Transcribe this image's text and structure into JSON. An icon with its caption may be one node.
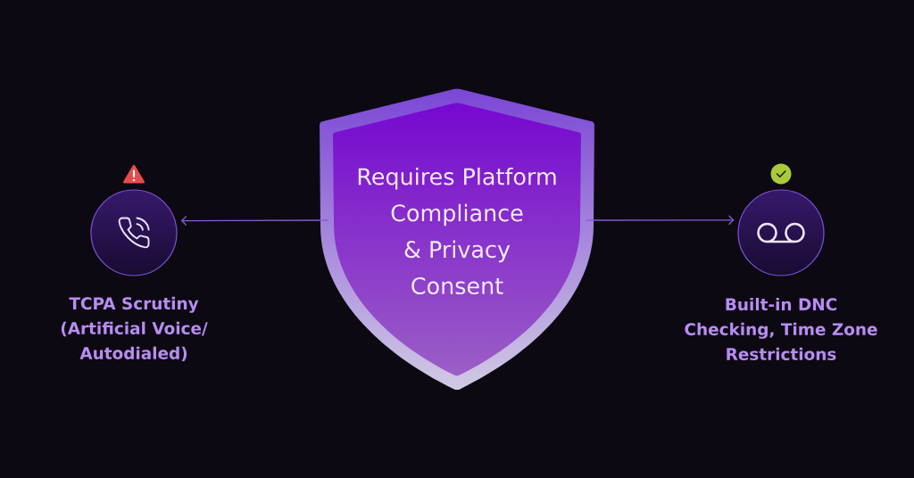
{
  "diagram": {
    "nodes": [
      {
        "text": [
          "Requires Platform Compliance & Privacy Consent"
        ]
      },
      {
        "text": [
          "TCPA Scrutiny (Artificial Voice/ Autodialed)"
        ]
      },
      {
        "text": [
          "Built-in DNC Checking, Time Zone Restrictions"
        ]
      }
    ],
    "edges": [
      {
        "from": 0,
        "to": 1,
        "arrow": "to"
      },
      {
        "from": 0,
        "to": 2,
        "arrow": "to"
      }
    ]
  }
}
